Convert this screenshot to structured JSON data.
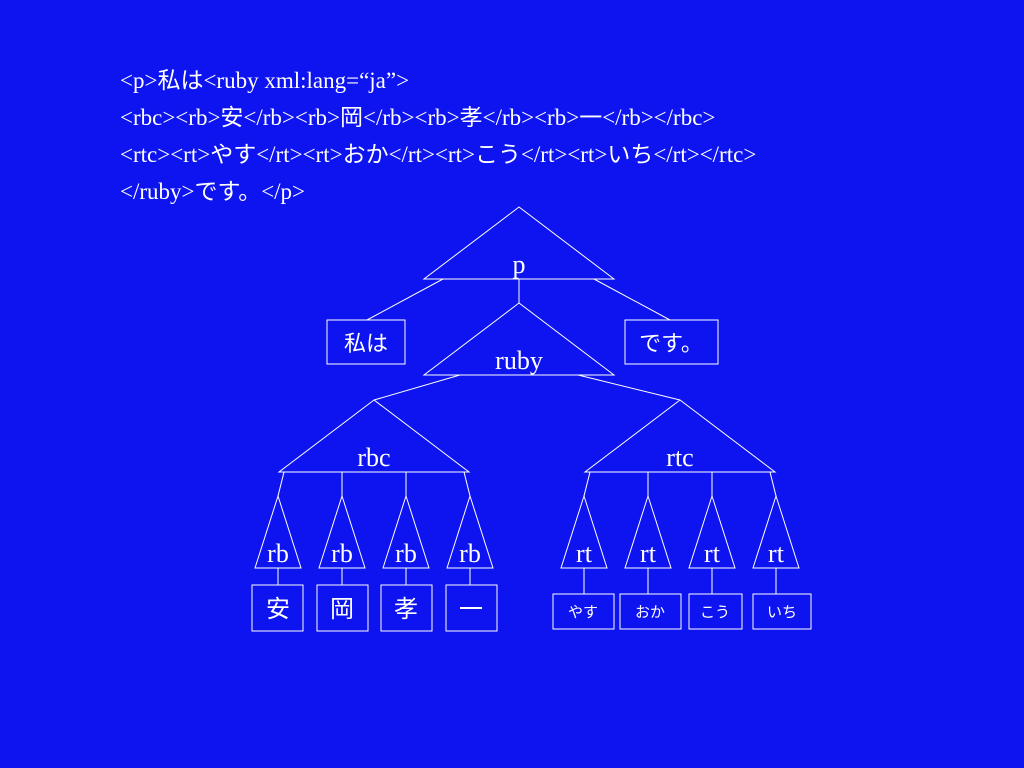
{
  "code_lines": [
    "<p>私は<ruby xml:lang=“ja”>",
    "<rbc><rb>安</rb><rb>岡</rb><rb>孝</rb><rb>一</rb></rbc>",
    "<rtc><rt>やす</rt><rt>おか</rt><rt>こう</rt><rt>いち</rt></rtc>",
    "</ruby>です。</p>"
  ],
  "tree": {
    "root": "p",
    "ruby": "ruby",
    "left_leaf": "私は",
    "right_leaf": "です。",
    "rbc": "rbc",
    "rtc": "rtc",
    "rb_label": "rb",
    "rt_label": "rt",
    "rb_texts": [
      "安",
      "岡",
      "孝",
      "一"
    ],
    "rt_texts": [
      "やす",
      "おか",
      "こう",
      "いち"
    ]
  },
  "colors": {
    "background": "#0d14f0",
    "foreground": "#ffffff"
  }
}
